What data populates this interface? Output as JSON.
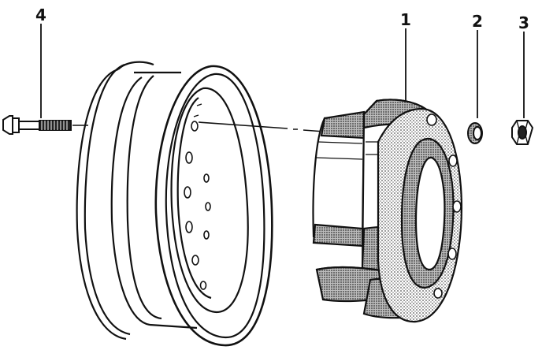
{
  "diagram": {
    "callouts": [
      {
        "id": "callout-1",
        "label": "1",
        "part": "brake-drum-hub"
      },
      {
        "id": "callout-2",
        "label": "2",
        "part": "washer"
      },
      {
        "id": "callout-3",
        "label": "3",
        "part": "lug-nut"
      },
      {
        "id": "callout-4",
        "label": "4",
        "part": "wheel-bolt"
      }
    ],
    "colors": {
      "ink": "#111111",
      "paper": "#ffffff",
      "stipple": "#7a7a7a"
    }
  }
}
